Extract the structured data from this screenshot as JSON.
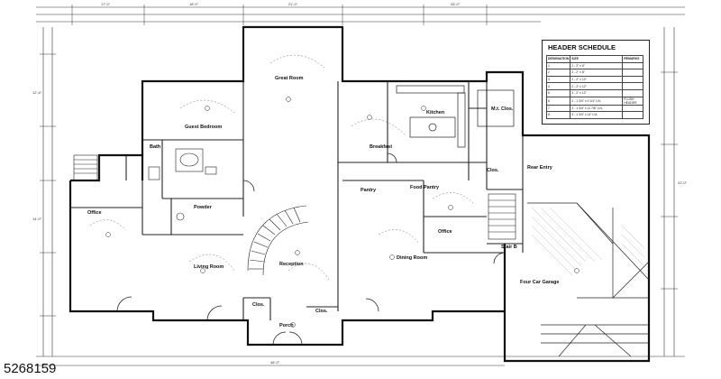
{
  "listing_id": "5268159",
  "schedule": {
    "title": "HEADER SCHEDULE",
    "headers": [
      "DESIGNATION",
      "SIZE",
      "REMARKS"
    ],
    "rows": [
      [
        "1",
        "2 - 2\" x 6\"",
        ""
      ],
      [
        "2",
        "2 - 2\" x 8\"",
        ""
      ],
      [
        "3",
        "2 - 2\" x 10\"",
        ""
      ],
      [
        "4",
        "2 - 2\" x 12\"",
        ""
      ],
      [
        "5",
        "3 - 2\" x 12\"",
        ""
      ],
      [
        "6",
        "2 - 1 3/4\" x 9 1/4\" LVL",
        "FLUSH HEADER"
      ],
      [
        "7",
        "3 - 1 3/4\" x 11 7/8\" LVL",
        ""
      ],
      [
        "8",
        "3 - 1 3/4\" x 14\" LVL",
        ""
      ]
    ]
  },
  "rooms": {
    "guest_bedroom": "Guest Bedroom",
    "great_room": "Great Room",
    "breakfast": "Breakfast",
    "kitchen": "Kitchen",
    "mud_closet": "M.t. Clos.",
    "bath": "Bath",
    "office": "Office",
    "powder": "Powder",
    "pantry": "Pantry",
    "food_pantry": "Food Pantry",
    "rear_entry": "Rear Entry",
    "office_2": "Office",
    "reception": "Reception",
    "living_room": "Living Room",
    "dining_room": "Dining Room",
    "stair_b": "Stair B",
    "four_car_garage": "Four Car Garage",
    "porch": "Porch",
    "clos_1": "Clos.",
    "clos_2": "Clos.",
    "clos_3": "Clos."
  },
  "dimensions": {
    "d_top_1": "17'-0\"",
    "d_top_2": "18'-0\"",
    "d_top_3": "21'-0\"",
    "d_top_4": "26'-0\"",
    "d_left_1": "12'-6\"",
    "d_left_2": "14'-0\"",
    "d_bottom_1": "46'-0\"",
    "d_right_1": "22'-0\""
  }
}
